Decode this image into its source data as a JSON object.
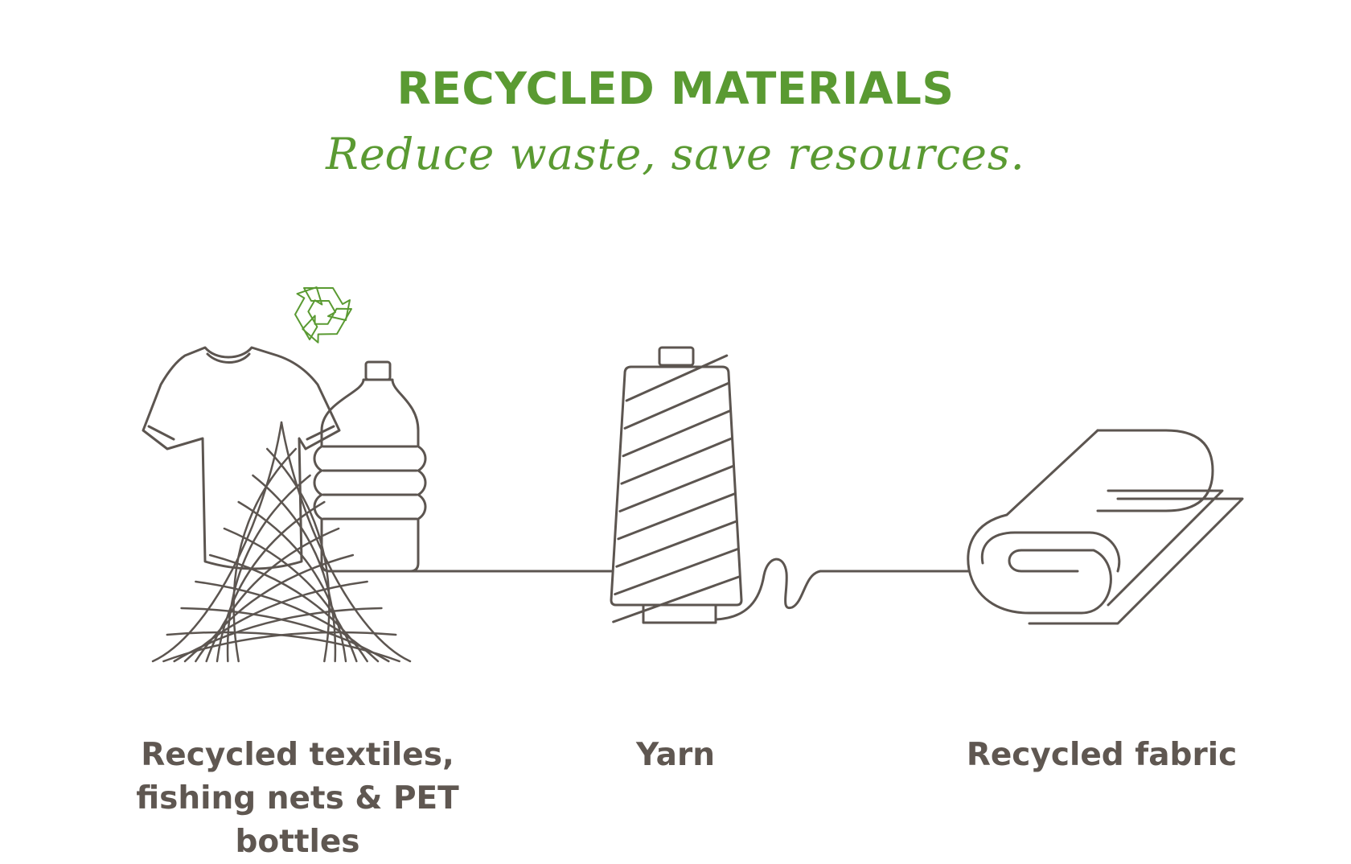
{
  "header": {
    "title": "RECYCLED MATERIALS",
    "subtitle": "Reduce waste, save resources."
  },
  "stages": [
    {
      "label_lines": [
        "Recycled textiles,",
        "fishing nets & PET bottles"
      ],
      "icons": [
        "recycle-icon",
        "tshirt-icon",
        "bottle-icon",
        "fishing-net-icon"
      ]
    },
    {
      "label_lines": [
        "Yarn"
      ],
      "icons": [
        "yarn-cone-icon"
      ]
    },
    {
      "label_lines": [
        "Recycled fabric"
      ],
      "icons": [
        "fabric-roll-icon"
      ]
    }
  ],
  "colors": {
    "accent": "#5a9a32",
    "line": "#5c5550",
    "label": "#5f5751",
    "background": "#ffffff"
  }
}
